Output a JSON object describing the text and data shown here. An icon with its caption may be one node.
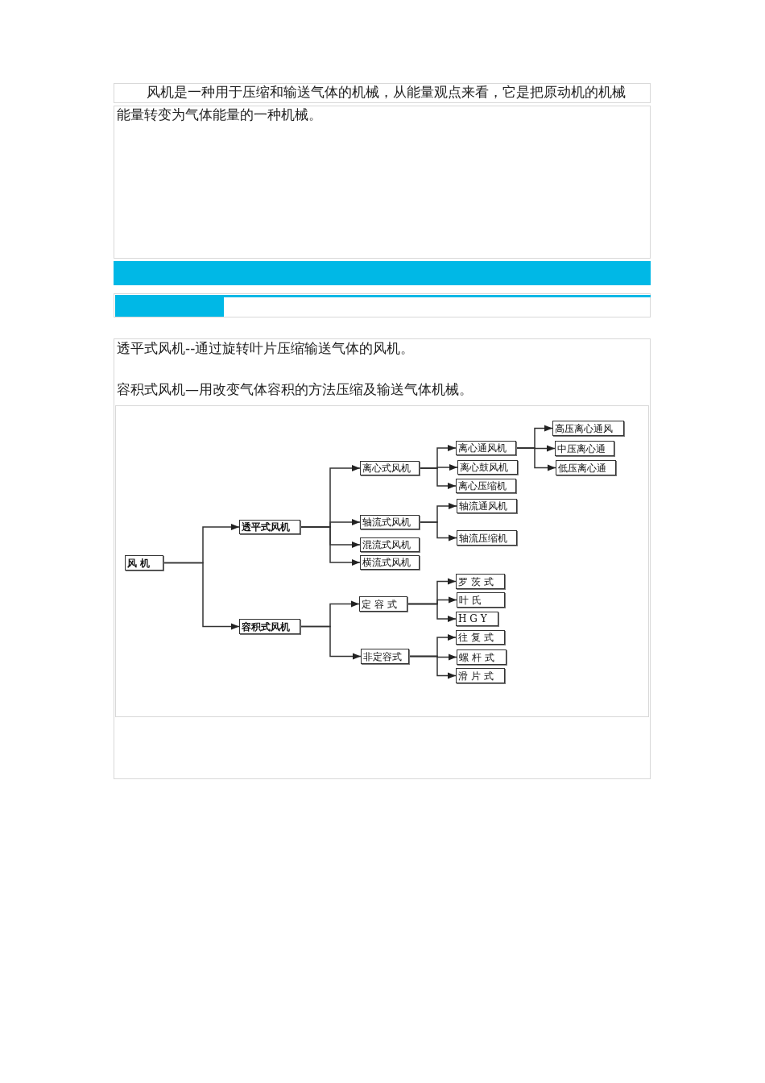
{
  "diagram": {
    "nodes": [
      {
        "text": [
          "风 机"
        ]
      },
      {
        "text": [
          "透平式风机"
        ]
      },
      {
        "text": [
          "容积式风机"
        ]
      },
      {
        "text": [
          "离心式风机"
        ]
      },
      {
        "text": [
          "轴流式风机"
        ]
      },
      {
        "text": [
          "混流式风机"
        ]
      },
      {
        "text": [
          "横流式风机"
        ]
      },
      {
        "text": [
          "离心通风机"
        ]
      },
      {
        "text": [
          "离心鼓风机"
        ]
      },
      {
        "text": [
          "离心压缩机"
        ]
      },
      {
        "text": [
          "轴流通风机"
        ]
      },
      {
        "text": [
          "轴流压缩机"
        ]
      },
      {
        "text": [
          "高压离心通风"
        ]
      },
      {
        "text": [
          "中压离心通"
        ]
      },
      {
        "text": [
          "低压离心通"
        ]
      },
      {
        "text": [
          "定 容 式"
        ]
      },
      {
        "text": [
          "非定容式"
        ]
      },
      {
        "text": [
          "罗 茨 式"
        ]
      },
      {
        "text": [
          "叶 氏"
        ]
      },
      {
        "text": [
          "H G Y"
        ]
      },
      {
        "text": [
          "往 复 式"
        ]
      },
      {
        "text": [
          "螺 杆 式"
        ]
      },
      {
        "text": [
          "滑 片 式"
        ]
      }
    ],
    "edges": [
      {
        "from": 0,
        "to": 1,
        "arrow": "to"
      },
      {
        "from": 0,
        "to": 2,
        "arrow": "to"
      },
      {
        "from": 1,
        "to": 3,
        "arrow": "to"
      },
      {
        "from": 1,
        "to": 4,
        "arrow": "to"
      },
      {
        "from": 1,
        "to": 5,
        "arrow": "to"
      },
      {
        "from": 1,
        "to": 6,
        "arrow": "to"
      },
      {
        "from": 3,
        "to": 7,
        "arrow": "to"
      },
      {
        "from": 3,
        "to": 8,
        "arrow": "to"
      },
      {
        "from": 3,
        "to": 9,
        "arrow": "to"
      },
      {
        "from": 7,
        "to": 12,
        "arrow": "to"
      },
      {
        "from": 7,
        "to": 13,
        "arrow": "to"
      },
      {
        "from": 7,
        "to": 14,
        "arrow": "to"
      },
      {
        "from": 4,
        "to": 10,
        "arrow": "to"
      },
      {
        "from": 4,
        "to": 11,
        "arrow": "to"
      },
      {
        "from": 2,
        "to": 15,
        "arrow": "to"
      },
      {
        "from": 2,
        "to": 16,
        "arrow": "to"
      },
      {
        "from": 15,
        "to": 17,
        "arrow": "to"
      },
      {
        "from": 15,
        "to": 18,
        "arrow": "to"
      },
      {
        "from": 15,
        "to": 19,
        "arrow": "to"
      },
      {
        "from": 16,
        "to": 20,
        "arrow": "to"
      },
      {
        "from": 16,
        "to": 21,
        "arrow": "to"
      },
      {
        "from": 16,
        "to": 22,
        "arrow": "to"
      }
    ],
    "labels": [
      "风机是一种用于压缩和输送气体的机械，从能量观点来看，它是把原动机的机械能量转变为气体能量的一种机械。",
      "透平式风机--通过旋转叶片压缩输送气体的风机。",
      "容积式风机—用改变气体容积的方法压缩及输送气体机械。"
    ]
  }
}
